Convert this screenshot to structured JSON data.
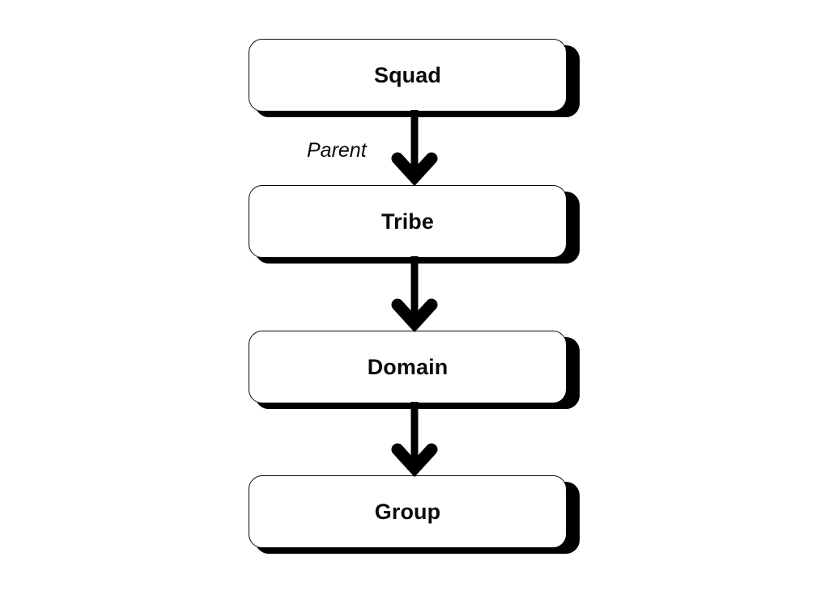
{
  "diagram": {
    "type": "flowchart",
    "orientation": "top-to-bottom",
    "background_color": "#ffffff",
    "node_fill_color": "#ffffff",
    "node_border_color": "#0a0a0a",
    "shadow_color": "#000000",
    "arrow_color": "#000000",
    "nodes": [
      {
        "id": "squad",
        "label": "Squad",
        "shape": "rounded-rectangle"
      },
      {
        "id": "tribe",
        "label": "Tribe",
        "shape": "rounded-rectangle"
      },
      {
        "id": "domain",
        "label": "Domain",
        "shape": "rounded-rectangle"
      },
      {
        "id": "group",
        "label": "Group",
        "shape": "rounded-rectangle"
      }
    ],
    "edges": [
      {
        "id": "squad-tribe",
        "from": "Squad",
        "to": "Tribe",
        "label": "Parent",
        "arrow": "down-arrow-icon"
      },
      {
        "id": "tribe-domain",
        "from": "Tribe",
        "to": "Domain",
        "label": "",
        "arrow": "down-arrow-icon"
      },
      {
        "id": "domain-group",
        "from": "Domain",
        "to": "Group",
        "label": "",
        "arrow": "down-arrow-icon"
      }
    ]
  }
}
